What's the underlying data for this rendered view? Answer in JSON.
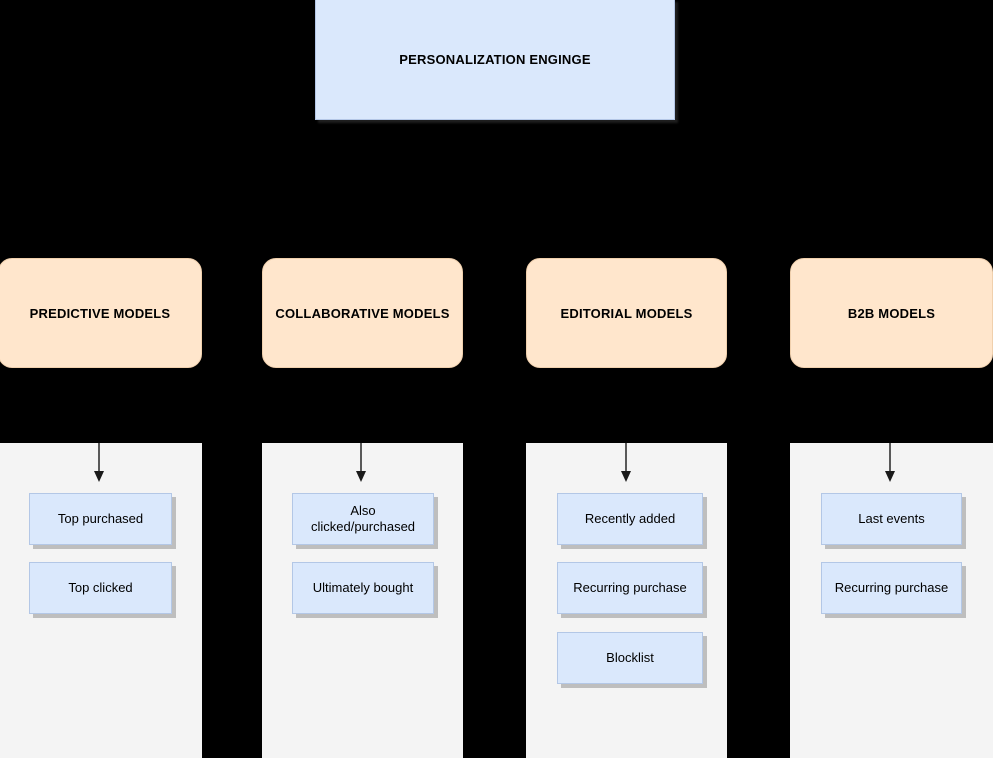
{
  "diagram": {
    "background_color": "#000000",
    "engine": {
      "title": "PERSONALIZATION ENGINGE",
      "fill_color": "#dae8fc"
    },
    "model_fill_color": "#ffe6cc",
    "panel_fill_color": "#f4f4f4",
    "item_fill_color": "#dae8fc",
    "columns": [
      {
        "title": "PREDICTIVE MODELS",
        "items": [
          {
            "label": "Top purchased"
          },
          {
            "label": "Top clicked"
          }
        ]
      },
      {
        "title": "COLLABORATIVE MODELS",
        "items": [
          {
            "label": "Also\nclicked/purchased"
          },
          {
            "label": "Ultimately bought"
          }
        ]
      },
      {
        "title": "EDITORIAL MODELS",
        "items": [
          {
            "label": "Recently added"
          },
          {
            "label": "Recurring purchase"
          },
          {
            "label": "Blocklist"
          }
        ]
      },
      {
        "title": "B2B MODELS",
        "items": [
          {
            "label": "Last events"
          },
          {
            "label": "Recurring purchase"
          }
        ]
      }
    ]
  }
}
